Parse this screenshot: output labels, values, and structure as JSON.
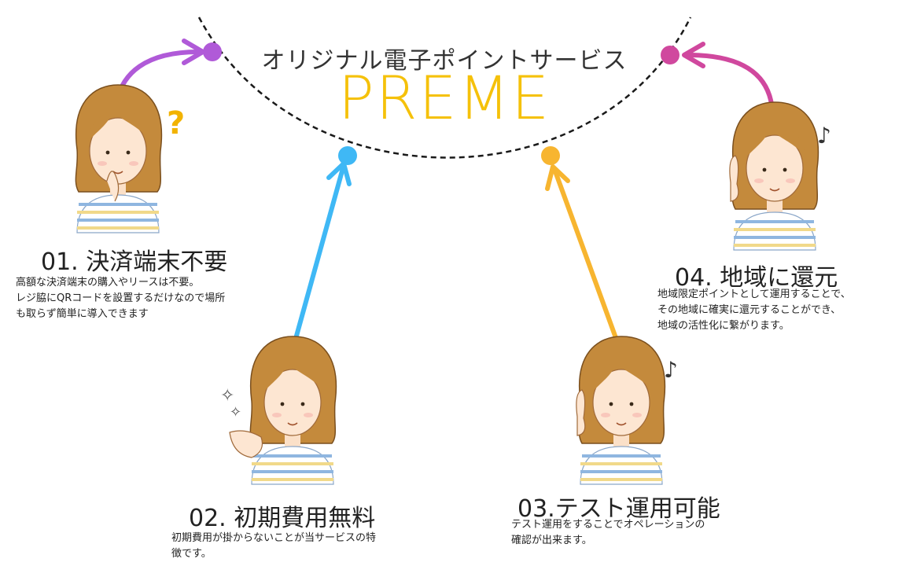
{
  "header": {
    "subtitle": "オリジナル電子ポイントサービス",
    "brand": "PREME"
  },
  "colors": {
    "brand_yellow": "#f5c10a",
    "point1_purple": "#b05ad8",
    "point2_blue": "#3fb8f5",
    "point3_orange": "#f7b530",
    "point4_magenta": "#d0489e"
  },
  "points": [
    {
      "title": "01. 決済端末不要",
      "desc": [
        "高額な決済端末の購入やリースは不要。",
        "レジ脇にQRコードを設置するだけなので場所",
        "も取らず簡単に導入できます"
      ]
    },
    {
      "title": "02. 初期費用無料",
      "desc": [
        "初期費用が掛からないことが当サービスの特",
        "徴です。"
      ]
    },
    {
      "title": "03.テスト運用可能",
      "desc": [
        "テスト運用をすることでオペレーションの",
        "確認が出来ます。"
      ]
    },
    {
      "title": "04. 地域に還元",
      "desc": [
        "地域限定ポイントとして運用することで、",
        "その地域に確実に還元することができ、",
        "地域の活性化に繋がります。"
      ]
    }
  ]
}
